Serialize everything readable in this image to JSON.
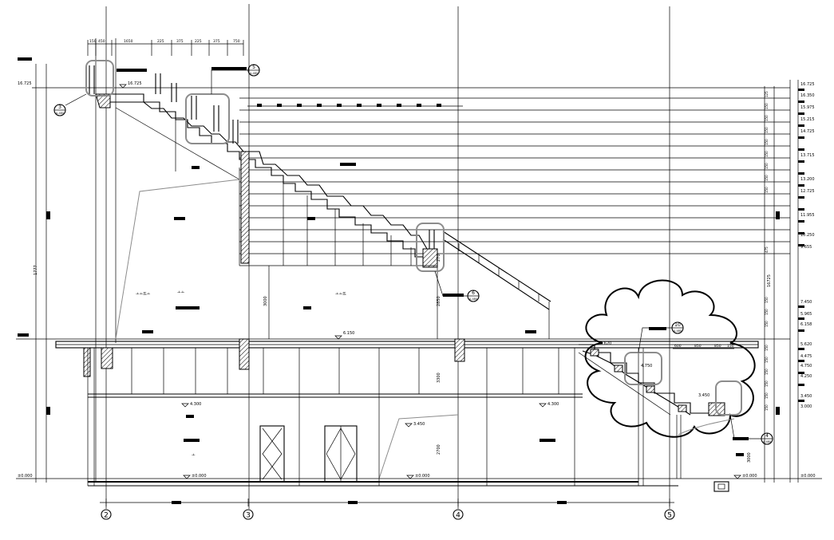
{
  "grid_axes": [
    "2",
    "3",
    "4",
    "5"
  ],
  "top_dims": [
    "150",
    "450",
    "1650",
    "225",
    "375",
    "225",
    "375",
    "750"
  ],
  "left_dims": [
    "1777",
    "±0.000",
    "16.725"
  ],
  "right_dims_labels": [
    "16.725",
    "16.350",
    "15.975",
    "15.215",
    "14.725",
    "13.715",
    "13.200",
    "12.725",
    "11.955",
    "10.250",
    "9.655",
    "7.450",
    "5.965",
    "6.158",
    "5.620",
    "4.475",
    "4.750",
    "4.250",
    "3.450",
    "3.000",
    "±0.000"
  ],
  "right_step_dims": [
    "125",
    "150",
    "150",
    "150",
    "150",
    "150",
    "150",
    "150",
    "150",
    "475",
    "150",
    "150",
    "150",
    "150",
    "150",
    "150",
    "150",
    "150",
    "150"
  ],
  "right_total": "16725",
  "level_marks": {
    "top_left": "16.725",
    "mid_floor": "6.150",
    "floor_1": "4.300",
    "floor_1b": "4.300",
    "mid_stair": "3.450",
    "ground_left": "±0.000",
    "ground_mid": "±0.000",
    "ground_right": "±0.000",
    "right_a": "5.620",
    "right_b": "4.750",
    "right_c": "3.450"
  },
  "vertical_dims": [
    "3000",
    "2850",
    "3300",
    "2700",
    "270",
    "3000"
  ],
  "callouts": [
    {
      "num": "3",
      "sub": "A-480"
    },
    {
      "num": "5",
      "sub": "A-480"
    },
    {
      "num": "6",
      "sub": "A-480"
    },
    {
      "num": "10",
      "sub": "A-480"
    },
    {
      "num": "4",
      "sub": "A-480"
    }
  ],
  "room_labels": [
    "ㅗㅗ뜨ㅗ",
    "ㅗㅗ뜨",
    "ㅗㅗ",
    "ㅗ"
  ],
  "right_top_dims": [
    "600",
    "850",
    "850",
    "150"
  ],
  "bottom_dims": [
    "",
    "",
    "",
    ""
  ]
}
